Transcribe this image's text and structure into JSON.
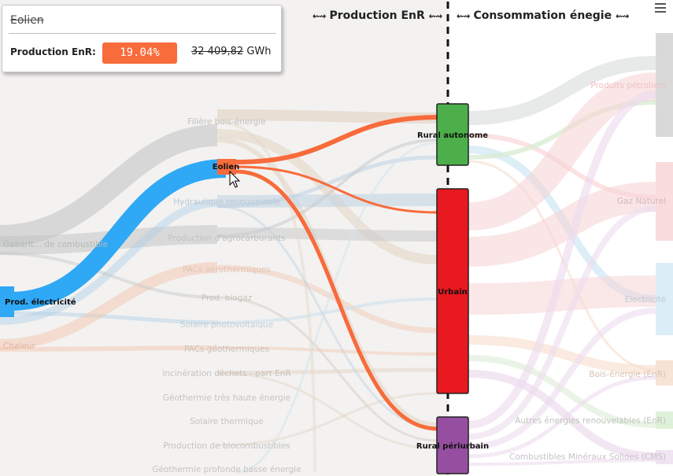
{
  "tooltip": {
    "title": "Eolien",
    "label": "Production EnR:",
    "percentage": "19.04%",
    "energy_value": "32 409,82",
    "energy_unit": "GWh"
  },
  "headers": {
    "production": "Production EnR",
    "consumption": "Consommation énegie",
    "wave_glyph": "⇜⇝"
  },
  "menu_icon": "hamburger-menu-icon",
  "nodes": {
    "left": [
      {
        "name": "Prod. électricité",
        "color": "#2fa8f5",
        "active": true
      },
      {
        "name": "Gabarit... de combustible",
        "color": "#c9cbcc",
        "active": false
      },
      {
        "name": "Chaleur",
        "color": "#f6c9b4",
        "active": false
      }
    ],
    "middle": [
      {
        "name": "Filière bois-énergie",
        "active": false
      },
      {
        "name": "Eolien",
        "active": true
      },
      {
        "name": "Hydraulique renouvelable",
        "active": false
      },
      {
        "name": "Production d'agrocarburants",
        "active": false
      },
      {
        "name": "PACs aérothermiques",
        "active": false
      },
      {
        "name": "Prod. biogaz",
        "active": false
      },
      {
        "name": "Solaire photovoltaïque",
        "active": false
      },
      {
        "name": "PACs géothermiques",
        "active": false
      },
      {
        "name": "Incinération déchets - part EnR",
        "active": false
      },
      {
        "name": "Géothermie très haute énergie",
        "active": false
      },
      {
        "name": "Solaire thermique",
        "active": false
      },
      {
        "name": "Production de biocombustibles",
        "active": false
      },
      {
        "name": "Géothermie profonde basse énergie",
        "active": false
      }
    ],
    "territories": [
      {
        "name": "Rural autonome",
        "color": "#4caf4a"
      },
      {
        "name": "Urbain",
        "color": "#e8191f"
      },
      {
        "name": "Rural périurbain",
        "color": "#964fa0"
      }
    ],
    "right": [
      {
        "name": "Produits pétroliers",
        "color": "#d3d3d3"
      },
      {
        "name": "Gaz Naturel",
        "color": "#f8c4c6"
      },
      {
        "name": "Electricité",
        "color": "#b9dcf0"
      },
      {
        "name": "Bois-énergie (EnR)",
        "color": "#f3d5bd"
      },
      {
        "name": "Autres énergies renouvelables (EnR)",
        "color": "#c8e6c2"
      },
      {
        "name": "Combustibles Minéraux Solides (CMS)",
        "color": "#e3c7e5"
      }
    ]
  },
  "colors": {
    "highlight_flow": "#f86b3b",
    "input_flow": "#2fa8f5",
    "background": "#f3f2f1"
  }
}
